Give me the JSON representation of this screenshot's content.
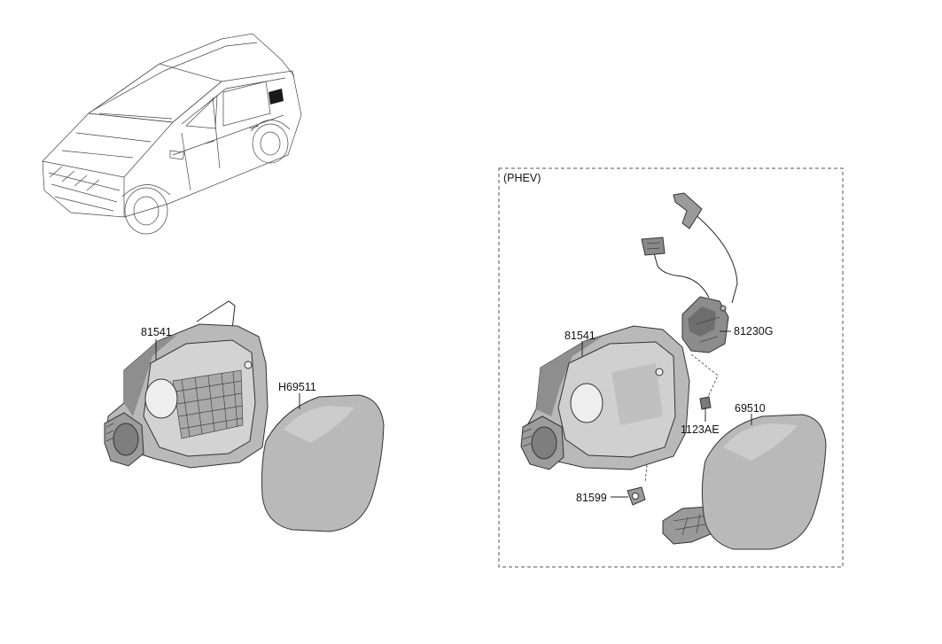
{
  "section_label": "(PHEV)",
  "parts": {
    "left_housing": "81541",
    "left_door": "H69511",
    "phev_housing": "81541",
    "actuator": "81230G",
    "screw": "1123AE",
    "door": "69510",
    "seal": "81599"
  },
  "colors": {
    "part_fill": "#b9b9b9",
    "part_dark": "#8e8e8e",
    "part_light": "#d6d6d6",
    "line": "#222222"
  }
}
